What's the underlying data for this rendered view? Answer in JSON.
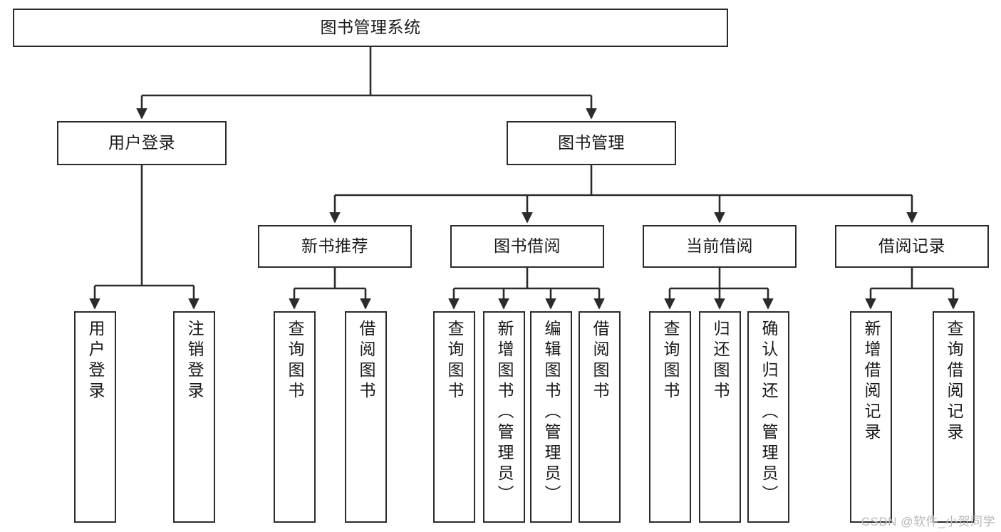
{
  "diagram": {
    "title": "图书管理系统",
    "type": "tree",
    "root": {
      "id": "root",
      "label": "图书管理系统"
    },
    "level2": [
      {
        "id": "user-login",
        "label": "用户登录"
      },
      {
        "id": "book-admin",
        "label": "图书管理"
      }
    ],
    "level3": [
      {
        "id": "new-book-rec",
        "label": "新书推荐",
        "parent": "book-admin"
      },
      {
        "id": "book-borrow",
        "label": "图书借阅",
        "parent": "book-admin"
      },
      {
        "id": "current-borrow",
        "label": "当前借阅",
        "parent": "book-admin"
      },
      {
        "id": "borrow-record",
        "label": "借阅记录",
        "parent": "book-admin"
      }
    ],
    "leaves": [
      {
        "id": "leaf-user-login",
        "label": "用户登录",
        "parent": "user-login"
      },
      {
        "id": "leaf-user-logout",
        "label": "注销登录",
        "parent": "user-login"
      },
      {
        "id": "leaf-rec-query-book",
        "label": "查询图书",
        "parent": "new-book-rec"
      },
      {
        "id": "leaf-rec-borrow-book",
        "label": "借阅图书",
        "parent": "new-book-rec"
      },
      {
        "id": "leaf-borrow-query-book",
        "label": "查询图书",
        "parent": "book-borrow"
      },
      {
        "id": "leaf-borrow-add-book",
        "label": "新增图书（管理员）",
        "parent": "book-borrow"
      },
      {
        "id": "leaf-borrow-edit-book",
        "label": "编辑图书（管理员）",
        "parent": "book-borrow"
      },
      {
        "id": "leaf-borrow-borrow-book",
        "label": "借阅图书",
        "parent": "book-borrow"
      },
      {
        "id": "leaf-current-query-book",
        "label": "查询图书",
        "parent": "current-borrow"
      },
      {
        "id": "leaf-current-return-book",
        "label": "归还图书",
        "parent": "current-borrow"
      },
      {
        "id": "leaf-current-confirm-return",
        "label": "确认归还（管理员）",
        "parent": "current-borrow"
      },
      {
        "id": "leaf-record-add",
        "label": "新增借阅记录",
        "parent": "borrow-record"
      },
      {
        "id": "leaf-record-query",
        "label": "查询借阅记录",
        "parent": "borrow-record"
      }
    ],
    "watermark": "CSDN @软件_小贺同学",
    "colors": {
      "stroke": "#2b2b2b",
      "fill": "#ffffff",
      "text": "#1a1a1a",
      "watermark": "#b9b9b9"
    }
  }
}
